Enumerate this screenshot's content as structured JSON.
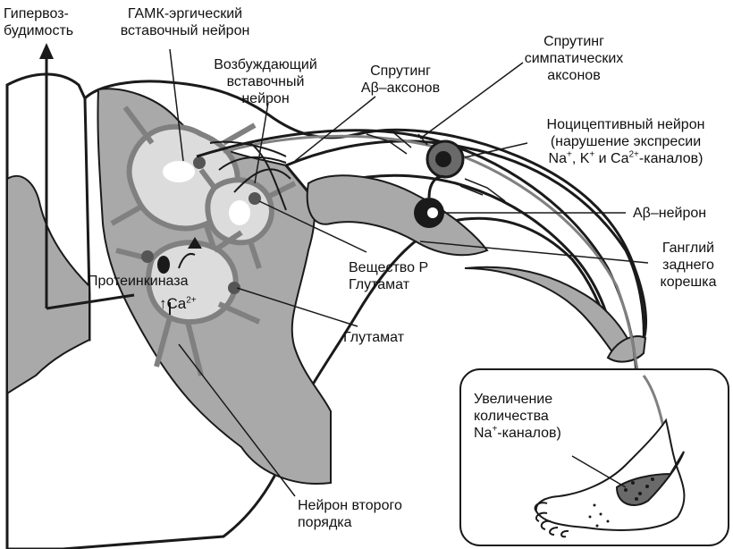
{
  "labels": {
    "hyperexc_1": "Гипервоз-",
    "hyperexc_2": "будимость",
    "gaba_1": "ГАМК-эргический",
    "gaba_2": "вставочный нейрон",
    "excit_1": "Возбуждающий",
    "excit_2": "вставочный",
    "excit_3": "нейрон",
    "sprout_ab_1": "Спрутинг",
    "sprout_ab_2": "Aβ–аксонов",
    "sprout_sym_1": "Спрутинг",
    "sprout_sym_2": "симпатических",
    "sprout_sym_3": "аксонов",
    "noci_1": "Ноцицептивный нейрон",
    "noci_2": "(нарушение экспресии",
    "noci_3_na": "Na",
    "noci_3_k": ", K",
    "noci_3_ca": " и Ca",
    "noci_3_end": "-каналов)",
    "ab_neuron": "Aβ–нейрон",
    "ganglion_1": "Ганглий",
    "ganglion_2": "заднего",
    "ganglion_3": "корешка",
    "subst_p_1": "Вещество P",
    "subst_p_2": "Глутамат",
    "glutamate": "Глутамат",
    "kinase": "Протеинкиназа",
    "ca_arrow": "↑Ca",
    "second_order_1": "Нейрон второго",
    "second_order_2": "порядка",
    "increase_1": "Увеличение",
    "increase_2": "количества",
    "increase_3_na": "Na",
    "increase_3_end": "-каналов)",
    "sup_plus": "+",
    "sup_2plus": "2+"
  },
  "colors": {
    "gray_matter": "#a9a9a9",
    "white_matter": "#ffffff",
    "neuron_light": "#dcdcdc",
    "dark": "#1a1a1a"
  }
}
